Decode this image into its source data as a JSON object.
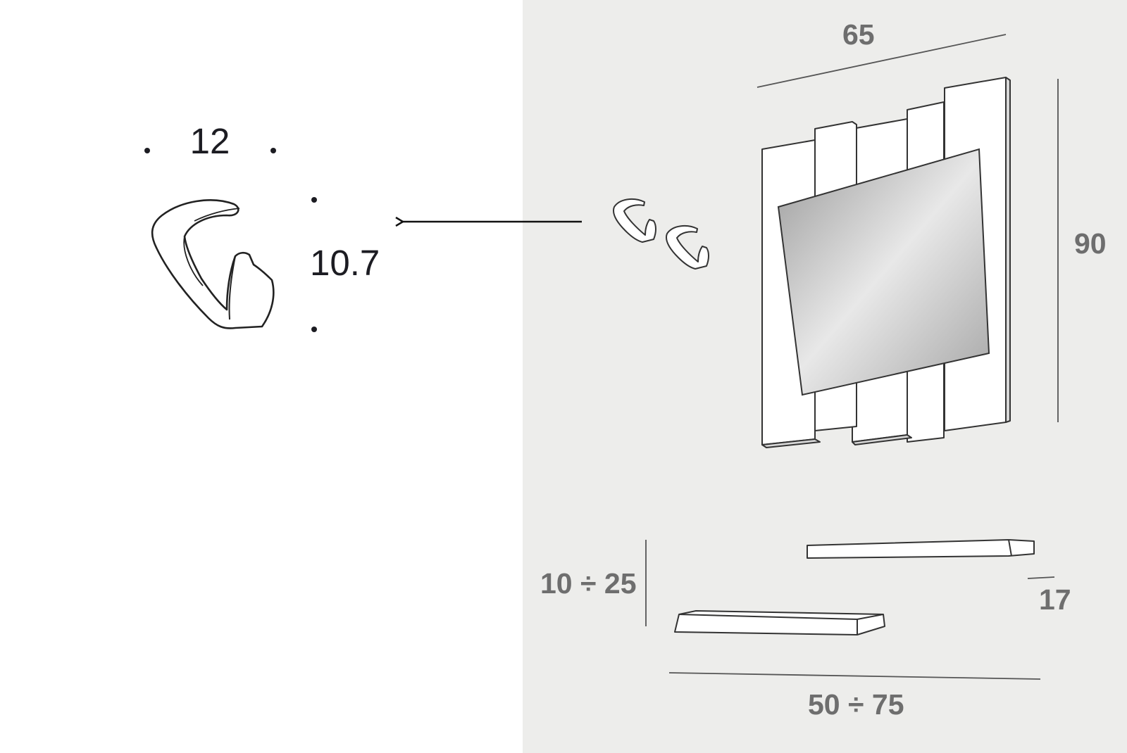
{
  "hook_detail": {
    "width_label": "12",
    "height_label": "10.7"
  },
  "dimensions": {
    "panel_width": "65",
    "panel_height": "90",
    "shelf_spacing": "10 ÷ 25",
    "shelf_depth": "17",
    "shelf_width": "50 ÷ 75"
  },
  "colors": {
    "left_background": "#ffffff",
    "right_background": "#ededeb",
    "dimension_text": "#6e6e6e",
    "detail_text": "#1c1c22",
    "line": "#333333"
  }
}
